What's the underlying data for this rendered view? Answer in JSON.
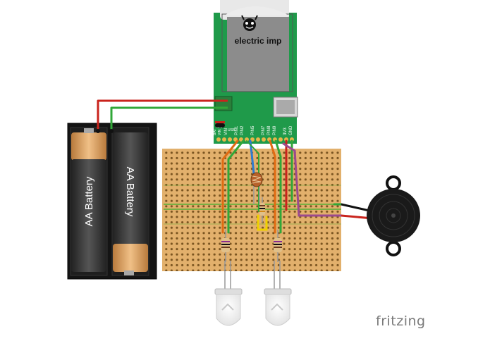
{
  "board": {
    "logo_text": "electric imp",
    "top_labels": [
      "BAT",
      "USB"
    ],
    "pin_labels": [
      "VIN",
      "PIN1",
      "PIN2",
      "PIN5",
      "PIN7",
      "PIN8",
      "PIN9",
      "3V3",
      "GND"
    ],
    "power_pins": [
      "BAT",
      "VIN"
    ]
  },
  "battery": {
    "cell_labels": [
      "AA Battery",
      "AA Battery"
    ]
  },
  "watermark": "fritzing",
  "colors": {
    "wire_red": "#c9231c",
    "wire_green": "#31a738",
    "wire_orange": "#e06b12",
    "wire_blue": "#2e7bd1",
    "wire_purple": "#9b4a8e",
    "wire_yellow": "#f0d000",
    "wire_black": "#111111",
    "pcb_green": "#1f9a4a",
    "stripboard": "#e2b06c"
  }
}
